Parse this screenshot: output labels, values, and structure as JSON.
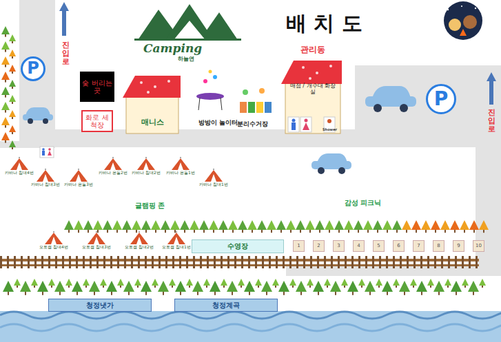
{
  "diagram": {
    "title": "배 치 도",
    "nodes": [
      {
        "text": [
          "숯 버리는 곳"
        ]
      },
      {
        "text": [
          "화로 세척장"
        ]
      },
      {
        "text": [
          "매니스"
        ]
      },
      {
        "text": [
          "관리동",
          "매점 / 개수대 화장실"
        ]
      },
      {
        "text": [
          "카바나 침대4번"
        ]
      },
      {
        "text": [
          "카바나 온돌2번"
        ]
      },
      {
        "text": [
          "카바나 침대2번"
        ]
      },
      {
        "text": [
          "카바나 온돌1번"
        ]
      },
      {
        "text": [
          "카바나 침대3번"
        ]
      },
      {
        "text": [
          "카바나 온돌3번"
        ]
      },
      {
        "text": [
          "카바나 침대1번"
        ]
      },
      {
        "text": [
          "오토캠 침대4번"
        ]
      },
      {
        "text": [
          "오토캠 침대3번"
        ]
      },
      {
        "text": [
          "오토캠 침대2번"
        ]
      },
      {
        "text": [
          "오토캠 침대1번"
        ]
      },
      {
        "text": [
          "수영장"
        ]
      },
      {
        "text": [
          "1"
        ]
      },
      {
        "text": [
          "2"
        ]
      },
      {
        "text": [
          "3"
        ]
      },
      {
        "text": [
          "4"
        ]
      },
      {
        "text": [
          "5"
        ]
      },
      {
        "text": [
          "6"
        ]
      },
      {
        "text": [
          "7"
        ]
      },
      {
        "text": [
          "8"
        ]
      },
      {
        "text": [
          "9"
        ]
      },
      {
        "text": [
          "10"
        ]
      },
      {
        "text": [
          "청정냇가"
        ]
      },
      {
        "text": [
          "청정계곡"
        ]
      },
      {
        "text": [
          "P"
        ]
      },
      {
        "text": [
          "P"
        ]
      }
    ],
    "labels": [
      "Camping",
      "하늘연",
      "진입로",
      "진입로",
      "방방이 놀이터",
      "분리수거장",
      "글램핑 존",
      "감성 피크닉",
      "Shower"
    ]
  }
}
